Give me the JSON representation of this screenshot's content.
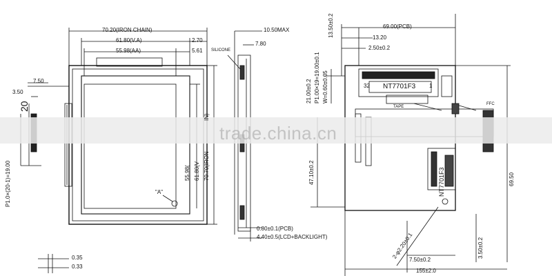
{
  "front": {
    "iron_chain": "70.20(IRON CHAIN)",
    "va_width": "61.80(V.A)",
    "aa_width": "55.98(AA)",
    "d_270": "2.70",
    "d_561": "5.61",
    "d_750": "7.50",
    "d_350": "3.50",
    "pin_label": "20",
    "pin_pitch": "P1.0×(20-1)=19.00",
    "aa_height": "55.98(",
    "va_height": "61.80(V",
    "chain_height": "70.70(IRON",
    "in_label": "IN)",
    "mark_a": "\"A\"",
    "d_035": "0.35",
    "d_033": "0.33"
  },
  "side": {
    "max": "10.50MAX",
    "d_780": "7.80",
    "silicone": "SILICONE",
    "pcb": "0.80±0.1(PCB)",
    "lcd_backlight": "4.40±0.5(LCD+BACKLIGHT)"
  },
  "back": {
    "d_1350": "13.50±0.2",
    "pcb_width": "69.00(PCB)",
    "d_1320": "13.20",
    "d_250": "2.50±0.2",
    "d_2100": "21.00±0.2",
    "pitch": "P1.00×19=19.00±0.1",
    "w": "W=0.60±0.05",
    "ic_label": "NT7701F3",
    "pin32": "32",
    "pin1": "1",
    "tape": "TAPE",
    "ffc": "FFC",
    "ic_label2": "NT7701F3",
    "d_4710": "47.10±0.2",
    "d_6950": "69.50",
    "hole": "2-φ2.20±0.1",
    "d_750b": "7.50±0.2",
    "d_350b": "3.50±0.2",
    "d_155": "155±2.0"
  },
  "watermark": "trade.china.cn"
}
